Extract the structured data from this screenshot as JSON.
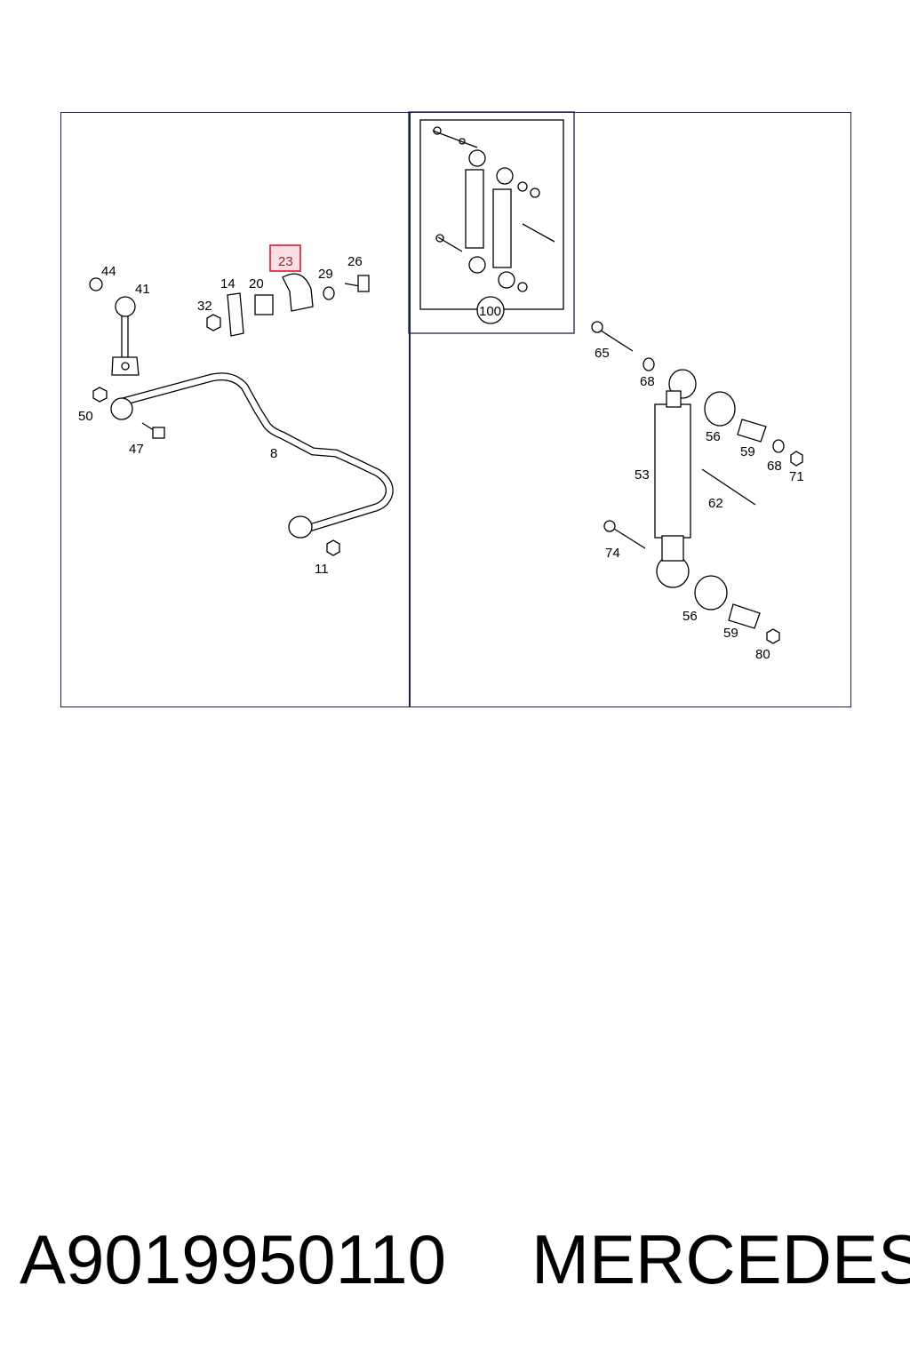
{
  "diagram": {
    "labels": {
      "p8": "8",
      "p11": "11",
      "p14": "14",
      "p20": "20",
      "p23": "23",
      "p26": "26",
      "p29": "29",
      "p32": "32",
      "p41": "41",
      "p44": "44",
      "p47": "47",
      "p50": "50",
      "p53": "53",
      "p56a": "56",
      "p56b": "56",
      "p59a": "59",
      "p59b": "59",
      "p62": "62",
      "p65": "65",
      "p68a": "68",
      "p68b": "68",
      "p71": "71",
      "p74": "74",
      "p80": "80",
      "p100": "100"
    },
    "highlighted_part": "23",
    "colors": {
      "frame": "#1a1f5c",
      "highlight_border": "#e03040",
      "highlight_fill": "#fbe0e3",
      "line": "#000000"
    }
  },
  "footer": {
    "part_number": "A9019950110",
    "brand": "MERCEDES"
  }
}
